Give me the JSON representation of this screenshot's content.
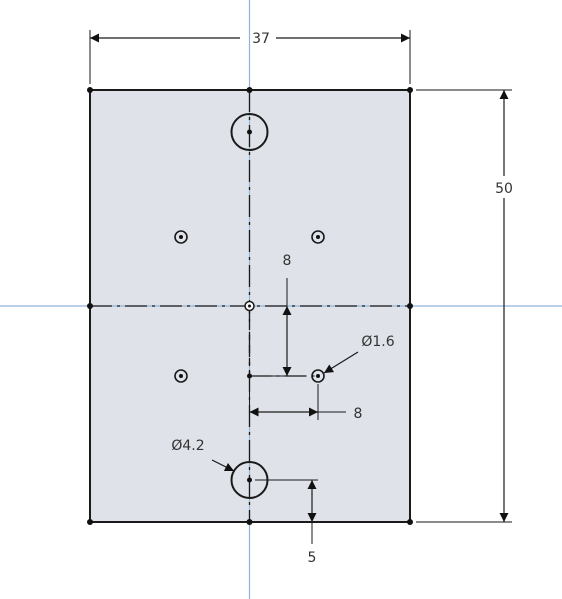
{
  "sketch": {
    "dimensions": {
      "width": "37",
      "height": "50",
      "hole_vertical_offset": "8",
      "hole_horizontal_offset": "8",
      "small_hole_diameter": "Ø1.6",
      "large_hole_diameter": "Ø4.2",
      "bottom_hole_offset": "5"
    },
    "colors": {
      "plate_fill": "#dfe3e9",
      "outline": "#1a1a1a",
      "construction_axis": "#8fb4d9",
      "dimension_line": "#1a1a1a",
      "text": "#333333"
    }
  }
}
